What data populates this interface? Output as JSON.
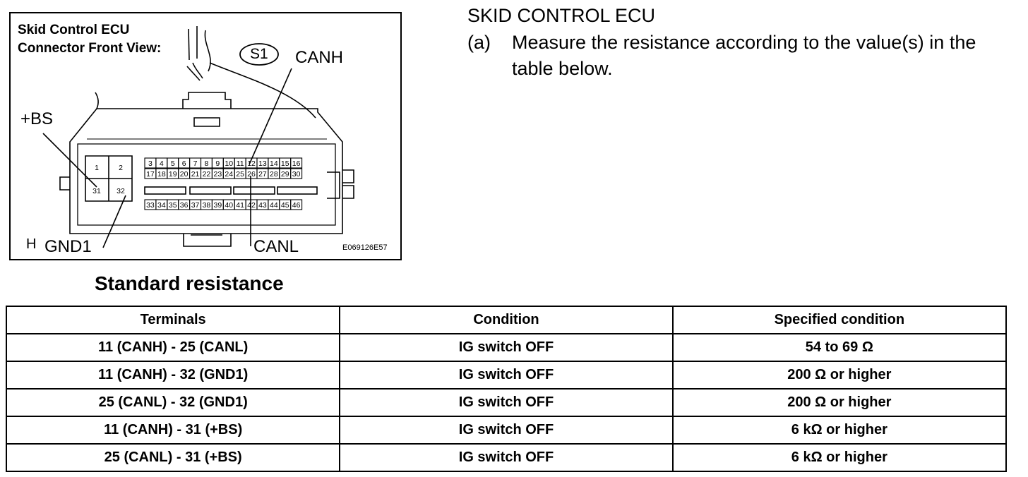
{
  "figure": {
    "caption_line1": "Skid Control ECU",
    "caption_line2": "Connector Front View:",
    "connector_id": "S1",
    "labels": {
      "canh": "CANH",
      "bs": "+BS",
      "gnd1": "GND1",
      "canl": "CANL",
      "h_mark": "H"
    },
    "figure_code": "E069126E57",
    "large_pins": [
      [
        "1",
        "2"
      ],
      [
        "31",
        "32"
      ]
    ],
    "small_pins_row1": [
      "3",
      "4",
      "5",
      "6",
      "7",
      "8",
      "9",
      "10",
      "11",
      "12",
      "13",
      "14",
      "15",
      "16"
    ],
    "small_pins_row2": [
      "17",
      "18",
      "19",
      "20",
      "21",
      "22",
      "23",
      "24",
      "25",
      "26",
      "27",
      "28",
      "29",
      "30"
    ],
    "small_pins_row3": [
      "33",
      "34",
      "35",
      "36",
      "37",
      "38",
      "39",
      "40",
      "41",
      "42",
      "43",
      "44",
      "45",
      "46"
    ]
  },
  "section": {
    "title": "SKID CONTROL ECU",
    "step_marker": "(a)",
    "step_text": "Measure the resistance according to the value(s) in the table below."
  },
  "table": {
    "title": "Standard resistance",
    "headers": [
      "Terminals",
      "Condition",
      "Specified condition"
    ],
    "rows": [
      [
        "11 (CANH) - 25 (CANL)",
        "IG switch OFF",
        "54 to 69 Ω"
      ],
      [
        "11 (CANH) - 32 (GND1)",
        "IG switch OFF",
        "200 Ω or higher"
      ],
      [
        "25 (CANL) - 32 (GND1)",
        "IG switch OFF",
        "200 Ω or higher"
      ],
      [
        "11 (CANH) - 31 (+BS)",
        "IG switch OFF",
        "6 kΩ or higher"
      ],
      [
        "25 (CANL) - 31 (+BS)",
        "IG switch OFF",
        "6 kΩ or higher"
      ]
    ]
  }
}
